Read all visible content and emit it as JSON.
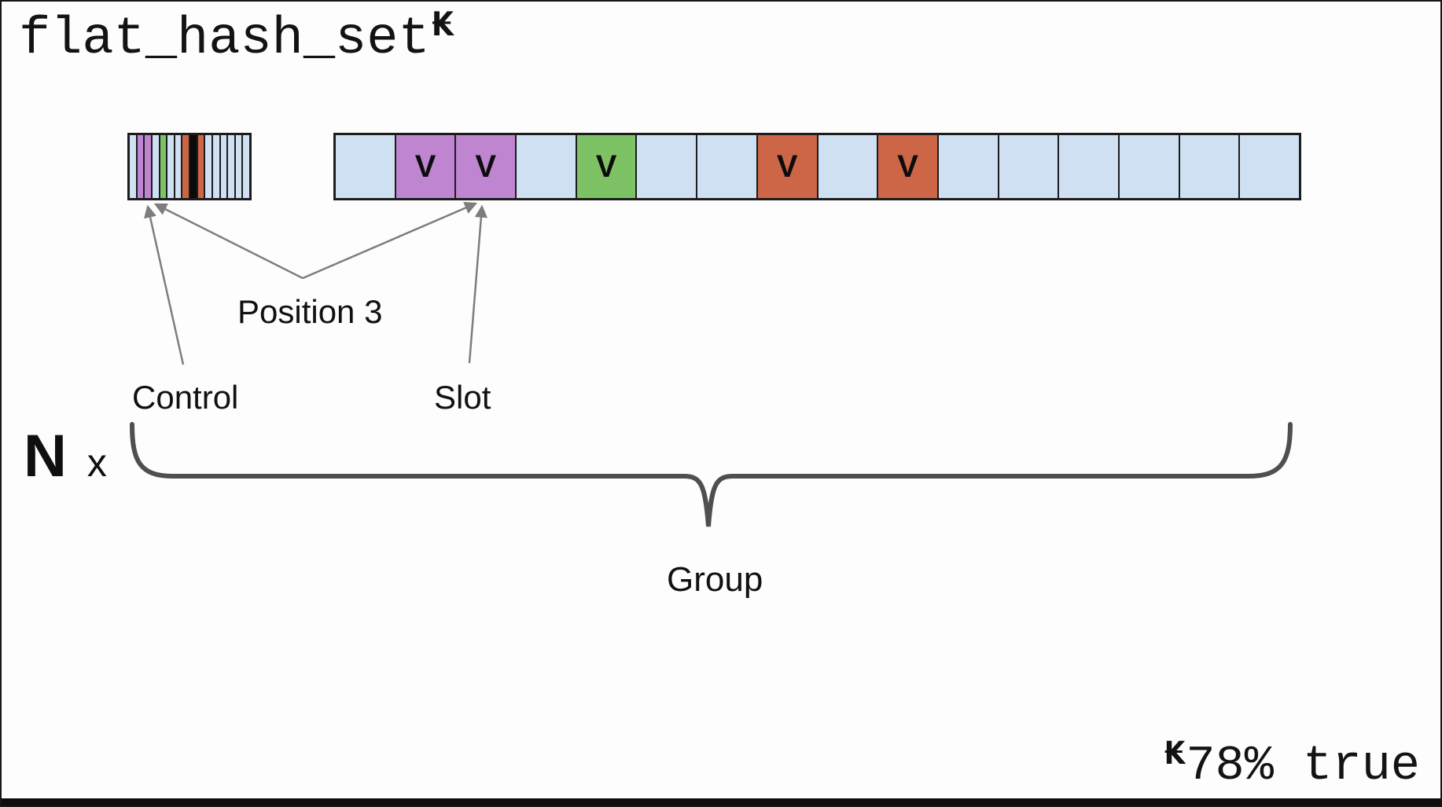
{
  "title": {
    "text": "flat_hash_set",
    "footnote_mark": "₭"
  },
  "footnote": {
    "mark": "₭",
    "text": "78% true"
  },
  "colors": {
    "empty": "#cfe0f2",
    "purple": "#bf85d0",
    "green": "#7dc365",
    "orange": "#cd6647",
    "deleted": "#0a0a0a",
    "border": "#1c1c1c",
    "arrow": "#7d7d7d",
    "brace": "#4f4f4f"
  },
  "control_block": {
    "stripes": [
      "empty",
      "purple",
      "purple",
      "empty",
      "green",
      "empty",
      "empty",
      "orange",
      "deleted",
      "orange",
      "empty",
      "empty",
      "empty",
      "empty",
      "empty",
      "empty"
    ]
  },
  "slot_array": {
    "value_label": "V",
    "cells": [
      {
        "color": "empty",
        "label": ""
      },
      {
        "color": "purple",
        "label": "V"
      },
      {
        "color": "purple",
        "label": "V"
      },
      {
        "color": "empty",
        "label": ""
      },
      {
        "color": "green",
        "label": "V"
      },
      {
        "color": "empty",
        "label": ""
      },
      {
        "color": "empty",
        "label": ""
      },
      {
        "color": "orange",
        "label": "V"
      },
      {
        "color": "empty",
        "label": ""
      },
      {
        "color": "orange",
        "label": "V"
      },
      {
        "color": "empty",
        "label": ""
      },
      {
        "color": "empty",
        "label": ""
      },
      {
        "color": "empty",
        "label": ""
      },
      {
        "color": "empty",
        "label": ""
      },
      {
        "color": "empty",
        "label": ""
      },
      {
        "color": "empty",
        "label": ""
      }
    ]
  },
  "annotations": {
    "position_label": "Position 3",
    "control_label": "Control",
    "slot_label": "Slot",
    "group_label": "Group",
    "multiplier_n": "N",
    "multiplier_x": "x"
  }
}
